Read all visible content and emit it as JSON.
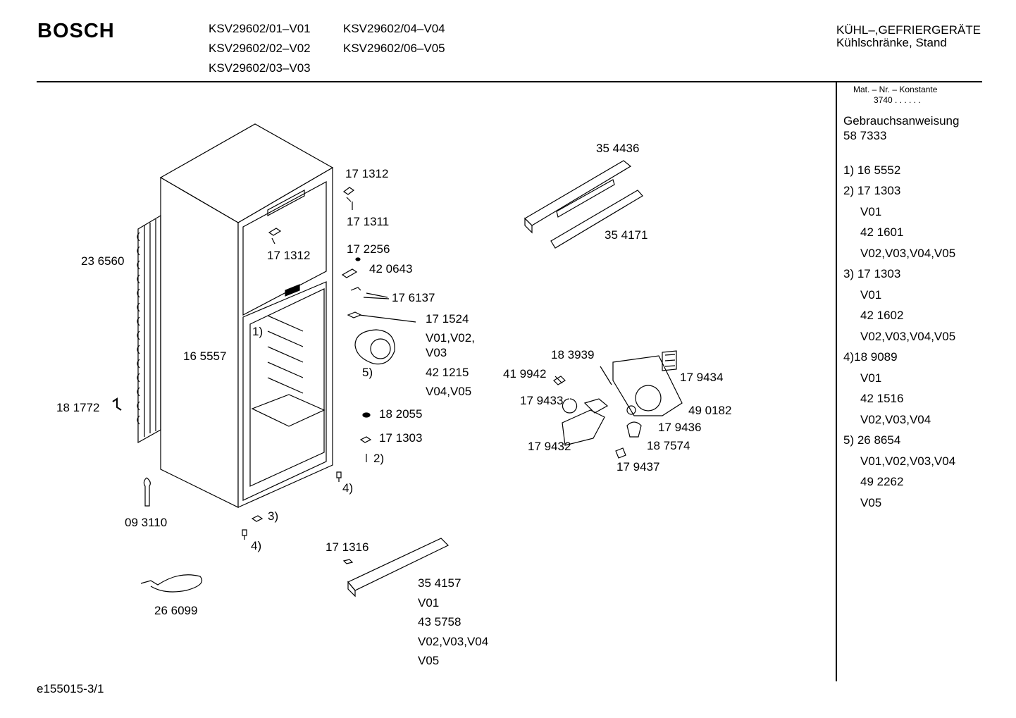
{
  "header": {
    "brand": "BOSCH",
    "models": [
      "KSV29602/01–V01",
      "KSV29602/02–V02",
      "KSV29602/03–V03",
      "KSV29602/04–V04",
      "KSV29602/06–V05"
    ],
    "category_line1": "KÜHL–,GEFRIERGERÄTE",
    "category_line2": "Kühlschränke, Stand"
  },
  "sidebar": {
    "mat_label": "Mat. – Nr. – Konstante",
    "mat_value": "3740  .  .  .  .  .  .",
    "manual_label": "Gebrauchsanweisung",
    "manual_value": "58 7333",
    "notes": [
      "1) 16 5552",
      "2) 17 1303",
      "V01",
      "42 1601",
      "V02,V03,V04,V05",
      "3) 17 1303",
      "V01",
      "42 1602",
      "V02,V03,V04,V05",
      "4)18 9089",
      "V01",
      "42 1516",
      "V02,V03,V04",
      "5) 26 8654",
      "V01,V02,V03,V04",
      "49 2262",
      "V05"
    ]
  },
  "parts": {
    "p354436": "35 4436",
    "p354171": "35 4171",
    "p171312a": "17 1312",
    "p171311": "17 1311",
    "p171312b": "17 1312",
    "p172256": "17 2256",
    "p420643": "42 0643",
    "p176137": "17 6137",
    "p171524": "17 1524",
    "v_a": "V01,V02,",
    "v_b": "V03",
    "p421215": "42 1215",
    "v_c": "V04,V05",
    "ref5": "5)",
    "p236560": "23 6560",
    "p165557": "16 5557",
    "ref1": "1)",
    "p181772": "18 1772",
    "p182055": "18 2055",
    "p171303": "17 1303",
    "ref2": "2)",
    "ref4a": "4)",
    "ref3": "3)",
    "ref4b": "4)",
    "p093110": "09 3110",
    "p171316": "17 1316",
    "p354157": "35 4157",
    "v_d": "V01",
    "p435758": "43 5758",
    "v_e": "V02,V03,V04",
    "v_f": "V05",
    "p266099": "26 6099",
    "p183939": "18 3939",
    "p419942": "41 9942",
    "p179434": "17 9434",
    "p179433": "17 9433",
    "p490182": "49 0182",
    "p179436": "17 9436",
    "p179432": "17 9432",
    "p187574": "18 7574",
    "p179437": "17 9437"
  },
  "footer": {
    "code": "e155015-3/1"
  }
}
